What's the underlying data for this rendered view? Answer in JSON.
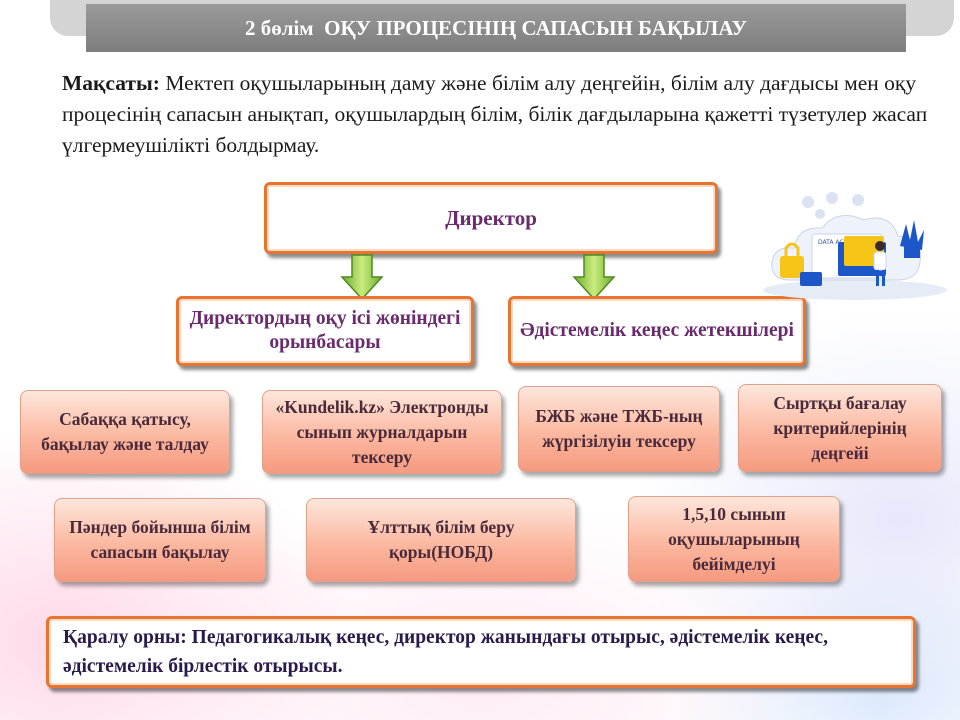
{
  "header": {
    "title": "2 бөлім  ОҚУ ПРОЦЕСІНІҢ САПАСЫН БАҚЫЛАУ"
  },
  "goal": {
    "label": "Мақсаты:",
    "text": " Мектеп оқушыларының даму және білім алу деңгейін, білім алу дағдысы мен оқу процесінің сапасын анықтап, оқушылардың білім, білік дағдыларына қажетті түзетулер жасап үлгермеушілікті болдырмау."
  },
  "diagram": {
    "director": "Директор",
    "deputy": "Директордың оқу ісі жөніндегі орынбасары",
    "method_leaders": "Әдістемелік кеңес жетекшілері",
    "tasks": [
      "Сабаққа қатысу, бақылау және талдау",
      "«Kundelik.kz» Электронды сынып журналдарын тексеру",
      "БЖБ және ТЖБ-ның жүргізілуін тексеру",
      "Сыртқы бағалау критерийлерінің деңгейі",
      "Пәндер бойынша білім сапасын бақылау",
      "Ұлттық білім беру қоры(НОБД)",
      "1,5,10 сынып оқушыларының бейімделуі"
    ],
    "review": "Қаралу орны: Педагогикалық кеңес, директор жанындағы отырыс, әдістемелік кеңес, әдістемелік бірлестік отырысы."
  },
  "illustration": {
    "caption": "DATA ACCESS"
  },
  "colors": {
    "frame_border": "#e8752f",
    "frame_text": "#6a2a6e",
    "task_fill": "#fbb8a0",
    "arrow": "#8bc34a",
    "header": "#8a8a8a"
  }
}
